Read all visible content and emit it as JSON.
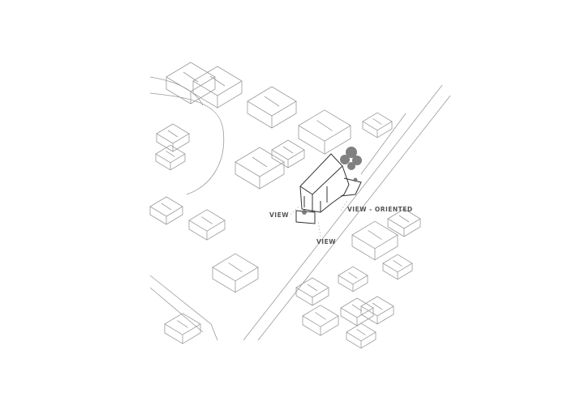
{
  "labels": {
    "view_left": "VIEW",
    "view_oriented": "VIEW - ORIENTED",
    "view_bottom": "VIEW"
  },
  "colors": {
    "line": "#9a9a9a",
    "project": "#333333",
    "tree": "#6b6b6b"
  }
}
